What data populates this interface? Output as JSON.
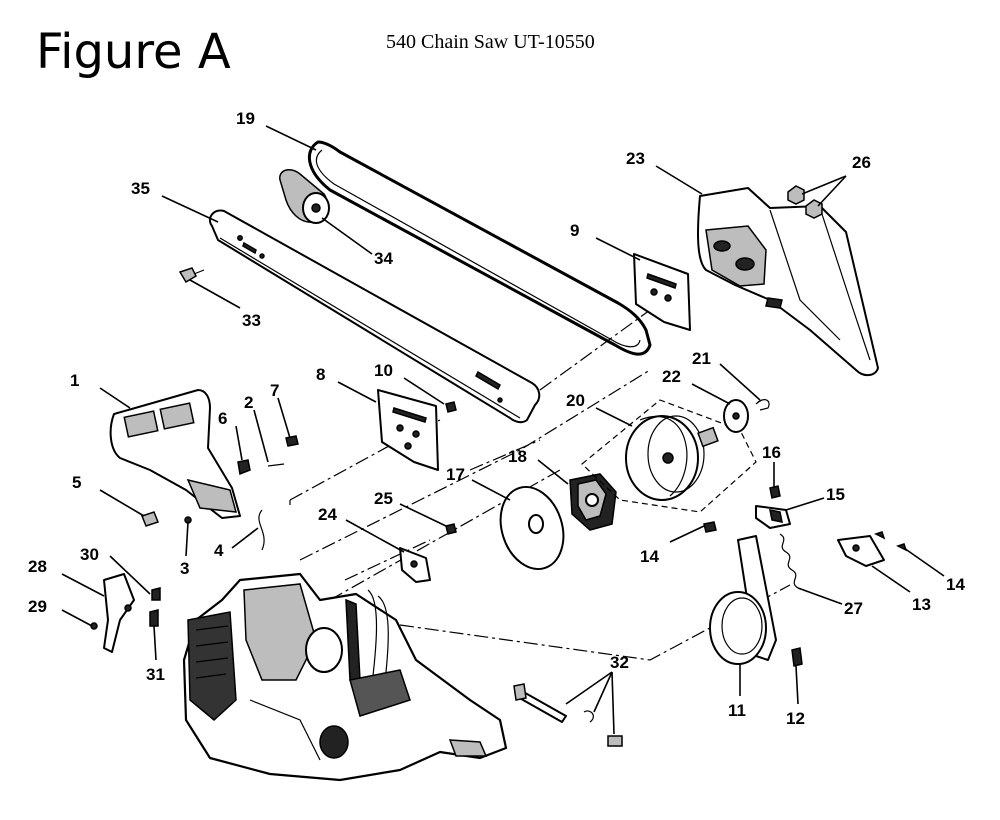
{
  "header": {
    "figure_title": "Figure A",
    "subtitle": "540 Chain Saw UT-10550"
  },
  "callouts": [
    "1",
    "2",
    "3",
    "4",
    "5",
    "6",
    "7",
    "8",
    "9",
    "10",
    "11",
    "12",
    "13",
    "14",
    "14",
    "15",
    "16",
    "17",
    "18",
    "19",
    "20",
    "21",
    "22",
    "23",
    "24",
    "25",
    "26",
    "27",
    "28",
    "29",
    "30",
    "31",
    "32",
    "33",
    "34",
    "35"
  ]
}
